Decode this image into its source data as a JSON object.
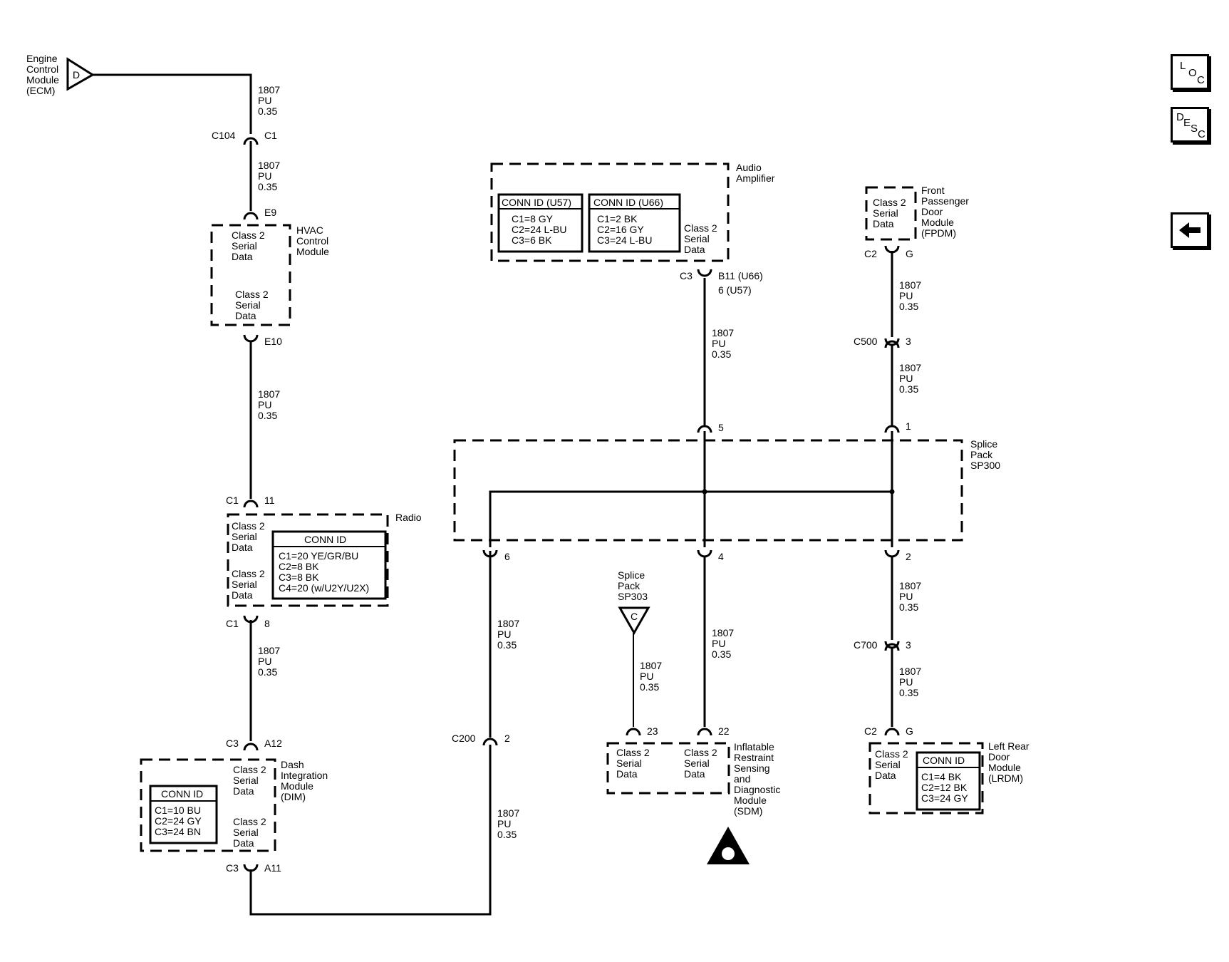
{
  "modules": {
    "ecm": [
      "Engine",
      "Control",
      "Module",
      "(ECM)"
    ],
    "ecm_terminal": "D",
    "hvac": [
      "HVAC",
      "Control",
      "Module"
    ],
    "radio": "Radio",
    "dim": [
      "Dash",
      "Integration",
      "Module",
      "(DIM)"
    ],
    "amp": [
      "Audio",
      "Amplifier"
    ],
    "fpdm": [
      "Front",
      "Passenger",
      "Door",
      "Module",
      "(FPDM)"
    ],
    "sp300": [
      "Splice",
      "Pack",
      "SP300"
    ],
    "sp303": [
      "Splice",
      "Pack",
      "SP303"
    ],
    "sp303_terminal": "C",
    "sdm": [
      "Inflatable",
      "Restraint",
      "Sensing",
      "and",
      "Diagnostic",
      "Module",
      "(SDM)"
    ],
    "lrdm": [
      "Left Rear",
      "Door",
      "Module",
      "(LRDM)"
    ]
  },
  "csd": [
    "Class 2",
    "Serial",
    "Data"
  ],
  "wire": [
    "1807",
    "PU",
    "0.35"
  ],
  "conn": {
    "c104": "C104",
    "c1": "C1",
    "e9": "E9",
    "e10": "E10",
    "c1b": "C1",
    "n11": "11",
    "c1c": "C1",
    "n8": "8",
    "c3a": "C3",
    "a12": "A12",
    "c3b": "C3",
    "a11": "A11",
    "c200": "C200",
    "n2a": "2",
    "c3amp": "C3",
    "b11": "B11 (U66)",
    "u57pin": "6 (U57)",
    "c2a": "C2",
    "ga": "G",
    "c500": "C500",
    "n3a": "3",
    "p5": "5",
    "p1": "1",
    "p6": "6",
    "p4": "4",
    "p2": "2",
    "n23": "23",
    "n22": "22",
    "c700": "C700",
    "n3b": "3",
    "c2b": "C2",
    "gb": "G"
  },
  "conn_id": {
    "radio": {
      "title": "CONN ID",
      "lines": [
        "C1=20 YE/GR/BU",
        "C2=8 BK",
        "C3=8 BK",
        "C4=20 (w/U2Y/U2X)"
      ]
    },
    "dim": {
      "title": "CONN ID",
      "lines": [
        "C1=10 BU",
        "C2=24 GY",
        "C3=24 BN"
      ]
    },
    "u57": {
      "title": "CONN ID (U57)",
      "lines": [
        "C1=8 GY",
        "C2=24 L-BU",
        "C3=6 BK"
      ]
    },
    "u66": {
      "title": "CONN ID  (U66)",
      "lines": [
        "C1=2 BK",
        "C2=16 GY",
        "C3=24 L-BU"
      ]
    },
    "lrdm": {
      "title": "CONN ID",
      "lines": [
        "C1=4 BK",
        "C2=12 BK",
        "C3=24 GY"
      ]
    }
  },
  "nav": {
    "loc": [
      "L",
      "O",
      "C"
    ],
    "desc": [
      "D",
      "E",
      "S",
      "C"
    ],
    "back": "back-arrow-icon"
  }
}
